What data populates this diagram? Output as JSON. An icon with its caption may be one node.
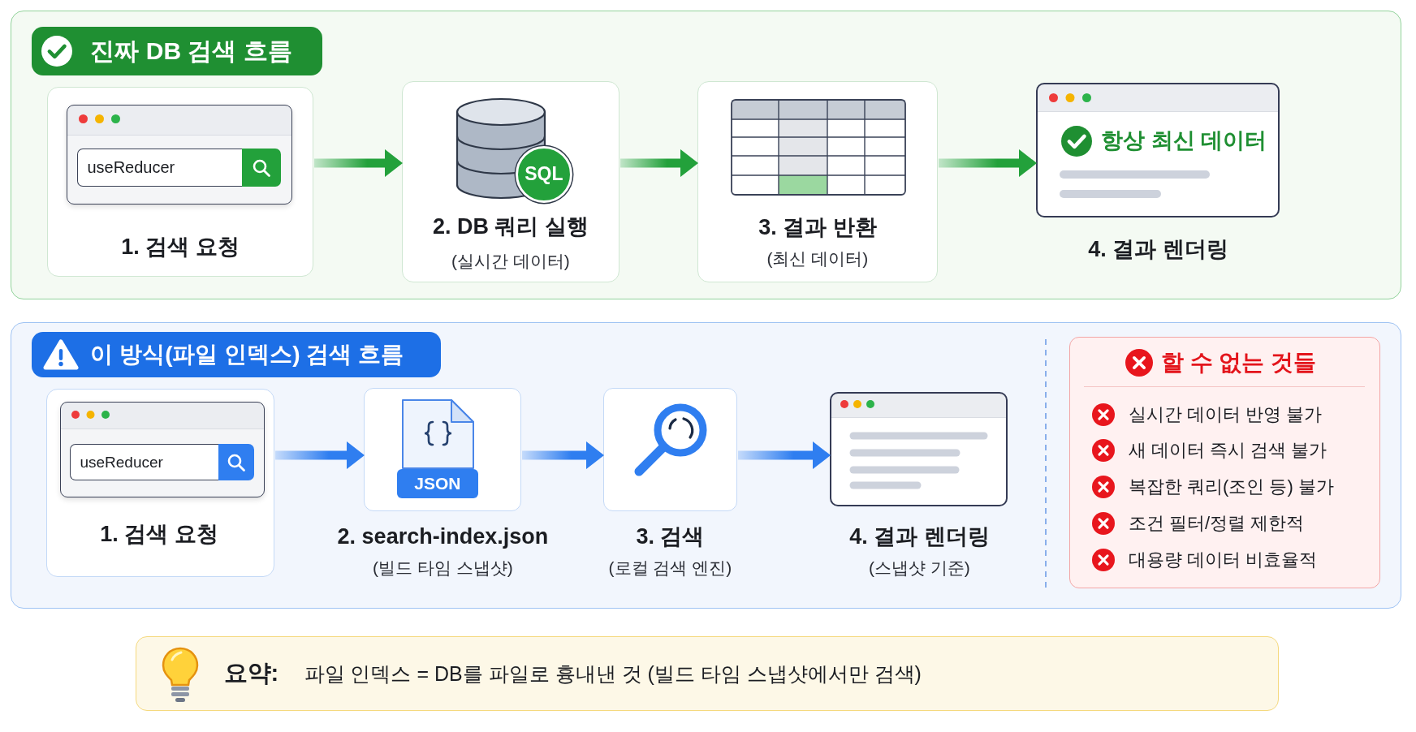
{
  "diagram": {
    "nodes": [
      {
        "text": [
          "진짜 DB 검색 흐름"
        ]
      },
      {
        "text": [
          "useReducer",
          "1. 검색 요청"
        ],
        "in": 0
      },
      {
        "text": [
          "SQL",
          "2. DB 쿼리 실행",
          "(실시간 데이터)"
        ],
        "in": 0
      },
      {
        "text": [
          "3. 결과 반환",
          "(최신 데이터)"
        ],
        "in": 0
      },
      {
        "text": [
          "항상 최신 데이터"
        ],
        "in": 0,
        "beside": [
          "4. 결과 렌더링"
        ]
      },
      {
        "text": [
          "이 방식(파일 인덱스) 검색 흐름"
        ]
      },
      {
        "text": [
          "useReducer",
          "1. 검색 요청"
        ],
        "in": 5
      },
      {
        "text": [
          "JSON"
        ],
        "in": 5,
        "beside": [
          "2. search-index.json",
          "(빌드 타임 스냅샷)"
        ]
      },
      {
        "text": [],
        "shape": "box",
        "in": 5,
        "beside": [
          "3. 검색",
          "(로컬 검색 엔진)"
        ]
      },
      {
        "text": [],
        "shape": "box",
        "in": 5,
        "beside": [
          "4. 결과 렌더링",
          "(스냅샷 기준)"
        ]
      },
      {
        "text": [
          "할 수 없는 것들",
          "실시간 데이터 반영 불가",
          "새 데이터 즉시 검색 불가",
          "복잡한 쿼리(조인 등) 불가",
          "조건 필터/정렬 제한적",
          "대용량 데이터 비효율적"
        ],
        "in": 5
      },
      {
        "text": [
          "요약:",
          "파일 인덱스 = DB를 파일로 흉내낸 것 (빌드 타임 스냅샷에서만 검색)"
        ]
      }
    ],
    "edges": [
      {
        "from": 1,
        "to": 2,
        "arrow": "to",
        "style": "thick",
        "color": "#23a13b"
      },
      {
        "from": 2,
        "to": 3,
        "arrow": "to",
        "style": "thick",
        "color": "#23a13b"
      },
      {
        "from": 3,
        "to": 4,
        "arrow": "to",
        "style": "thick",
        "color": "#23a13b"
      },
      {
        "from": 6,
        "to": 7,
        "arrow": "to",
        "style": "thick",
        "color": "#2f7ef0"
      },
      {
        "from": 7,
        "to": 8,
        "arrow": "to",
        "style": "thick",
        "color": "#2f7ef0"
      },
      {
        "from": 8,
        "to": 9,
        "arrow": "to",
        "style": "thick",
        "color": "#2f7ef0"
      }
    ]
  }
}
